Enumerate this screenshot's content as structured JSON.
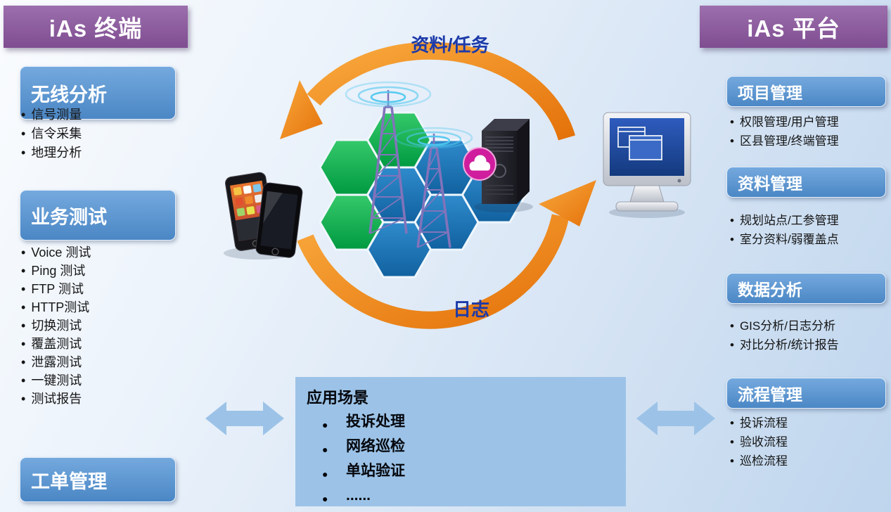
{
  "left_panel": {
    "header": "iAs 终端",
    "sections": [
      {
        "title": "无线分析",
        "items": [
          "信号测量",
          "信令采集",
          "地理分析"
        ]
      },
      {
        "title": "业务测试",
        "items": [
          "Voice 测试",
          "Ping 测试",
          "FTP 测试",
          "HTTP测试",
          "切换测试",
          "覆盖测试",
          "泄露测试",
          "一键测试",
          "测试报告"
        ]
      },
      {
        "title": "工单管理",
        "items": []
      }
    ]
  },
  "right_panel": {
    "header": "iAs 平台",
    "sections": [
      {
        "title": "项目管理",
        "items": [
          "权限管理/用户管理",
          "区县管理/终端管理"
        ]
      },
      {
        "title": "资料管理",
        "items": [
          "规划站点/工参管理",
          "室分资料/弱覆盖点"
        ]
      },
      {
        "title": "数据分析",
        "items": [
          "GIS分析/日志分析",
          "对比分析/统计报告"
        ]
      },
      {
        "title": "流程管理",
        "items": [
          "投诉流程",
          "验收流程",
          "巡检流程"
        ]
      }
    ]
  },
  "center": {
    "top_flow_label": "资料/任务",
    "bottom_flow_label": "日志",
    "icons": [
      "smartphones-icon",
      "cell-tower-icon",
      "hexagon-network",
      "server-icon",
      "cloud-icon",
      "monitor-icon",
      "cycle-arrow-icon",
      "double-arrow-icon"
    ]
  },
  "scenario_box": {
    "title": "应用场景",
    "items": [
      "投诉处理",
      "网络巡检",
      "单站验证",
      "......"
    ]
  },
  "colors": {
    "header_purple": "#8a5d9c",
    "panel_blue": "#5b9bd5",
    "scenario_blue": "#9cc3e7",
    "cycle_orange": "#ee8312",
    "flow_label_blue": "#1c3aa9",
    "hex_green": "#00a344",
    "hex_blue": "#1668a6"
  }
}
